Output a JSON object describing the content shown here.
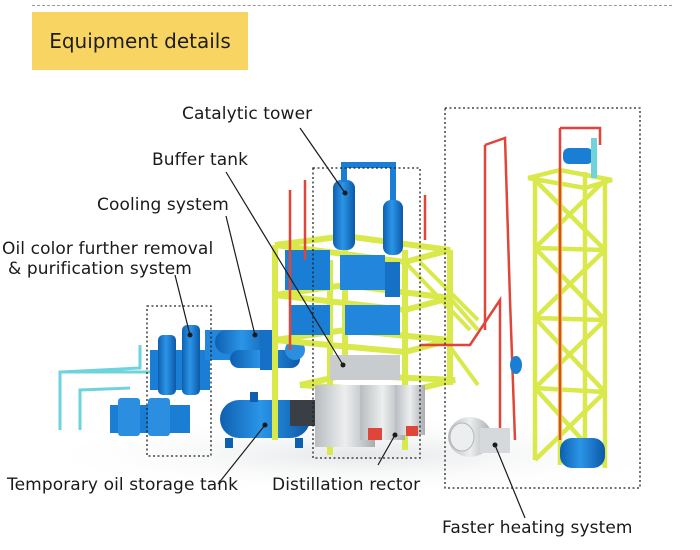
{
  "section_title": "Equipment details",
  "labels": {
    "catalytic_tower": "Catalytic tower",
    "buffer_tank": "Buffer tank",
    "cooling_system": "Cooling system",
    "oil_color_removal_line1": "Oil color further removal",
    "oil_color_removal_line2": "& purification system",
    "temporary_oil_storage_tank": "Temporary oil storage tank",
    "distillation_rector": "Distillation rector",
    "faster_heating_system": "Faster heating system"
  },
  "colors": {
    "badge": "#f8d463",
    "frame_yellow": "#d9e84a",
    "equipment_blue": "#1a7fd4",
    "pipe_red": "#e0453a",
    "pipe_cyan": "#6fd3dc",
    "reactor_grey": "#d6d9db"
  }
}
